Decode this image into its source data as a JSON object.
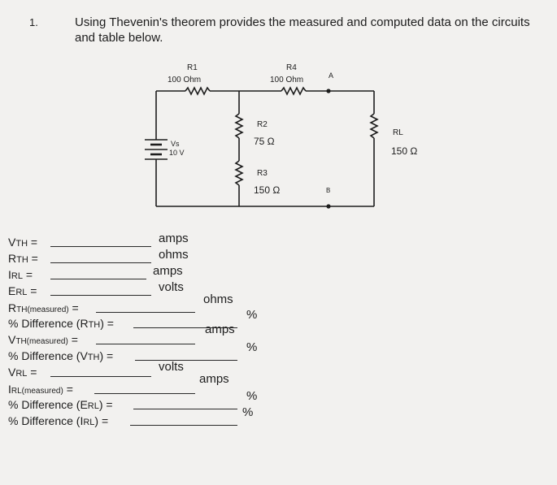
{
  "question": {
    "number": "1.",
    "text": "Using Thevenin's theorem provides the measured and computed data on the circuits and table below."
  },
  "circuit": {
    "r1": {
      "name": "R1",
      "value": "100 Ohm"
    },
    "r4": {
      "name": "R4",
      "value": "100 Ohm"
    },
    "r2": {
      "name": "R2",
      "value": "75 Ω"
    },
    "r3": {
      "name": "R3",
      "value": "150 Ω"
    },
    "source": {
      "name": "Vs",
      "value": "10 V"
    },
    "node_a": "A",
    "node_b": "B",
    "load": {
      "name": "RL",
      "value": "150 Ω"
    }
  },
  "fields": [
    {
      "id": "vth",
      "label": "VTH =",
      "unit": "amps"
    },
    {
      "id": "rth",
      "label": "RTH =",
      "unit": "ohms"
    },
    {
      "id": "irl",
      "label": "IRL =",
      "unit": "amps"
    },
    {
      "id": "erl",
      "label": "ERL =",
      "unit": "volts"
    },
    {
      "id": "rth_measured",
      "label": "RTH(measured) =",
      "unit": "ohms"
    },
    {
      "id": "pct_rth",
      "label": "% Difference (RTH) =",
      "unit": "%"
    },
    {
      "id": "vth_measured",
      "label": "VTH(measured) =",
      "unit": "amps"
    },
    {
      "id": "pct_vth",
      "label": "% Difference (VTH) =",
      "unit": "%"
    },
    {
      "id": "vrl",
      "label": "VRL =",
      "unit": "volts"
    },
    {
      "id": "irl_measured",
      "label": "IRL(measured) =",
      "unit": "amps"
    },
    {
      "id": "pct_erl",
      "label": "% Difference (ERL) =",
      "unit": "%"
    },
    {
      "id": "pct_irl",
      "label": "% Difference (IRL) =",
      "unit": "%"
    }
  ]
}
